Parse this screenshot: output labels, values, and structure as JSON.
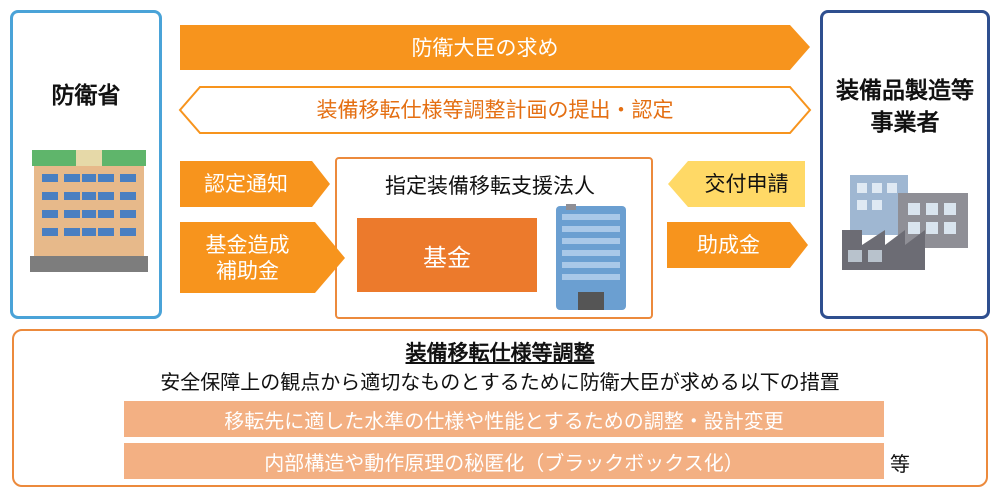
{
  "mod": {
    "title": "防衛省"
  },
  "manufacturer": {
    "title": "装備品製造等\n事業者"
  },
  "corporation": {
    "title": "指定装備移転支援法人",
    "fund": "基金"
  },
  "arrows": {
    "minister_request": "防衛大臣の求め",
    "plan_submission": "装備移転仕様等調整計画の提出・認定",
    "cert_notice": "認定通知",
    "fund_subsidy": "基金造成\n補助金",
    "grant_application": "交付申請",
    "subsidy": "助成金"
  },
  "measures": {
    "title": "装備移転仕様等調整",
    "description": "安全保障上の観点から適切なものとするために防衛大臣が求める以下の措置",
    "items": [
      "移転先に適した水準の仕様や性能とするための調整・設計変更",
      "内部構造や動作原理の秘匿化（ブラックボックス化）"
    ],
    "etc": "等"
  },
  "colors": {
    "orange": "#f7941d",
    "orange_light": "#fbb040",
    "yellow": "#ffd966",
    "fund": "#ec7a2c",
    "bar": "#f3b083",
    "mod_border": "#4aa3d8",
    "mfr_border": "#2f4f8f"
  }
}
